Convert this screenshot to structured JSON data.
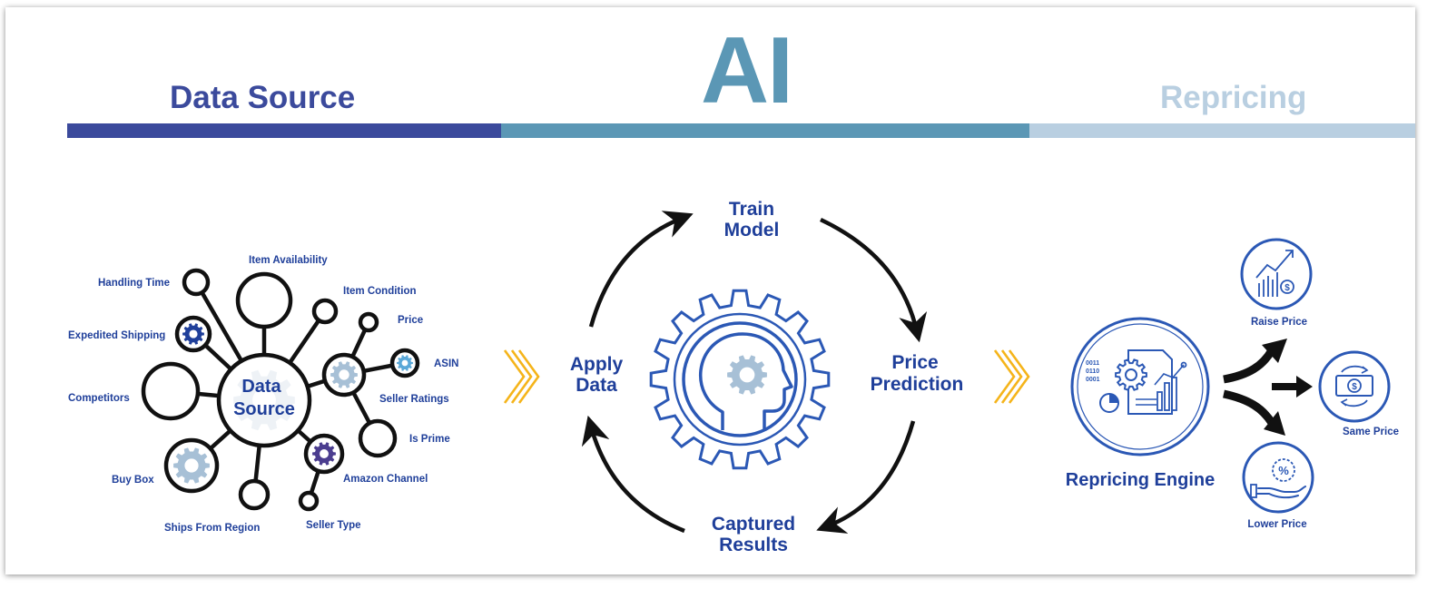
{
  "colors": {
    "navy": "#3b4a9c",
    "steel": "#5b97b5",
    "light": "#b9cfe1",
    "accent": "#f5b41a",
    "label": "#1f3f9a",
    "dark": "#111111",
    "gear": "#a7c0d6"
  },
  "headers": {
    "data_source": "Data Source",
    "ai": "AI",
    "repricing": "Repricing"
  },
  "data_source": {
    "hub_line1": "Data",
    "hub_line2": "Source",
    "nodes": [
      {
        "label": "Handling Time"
      },
      {
        "label": "Item Availability"
      },
      {
        "label": "Item Condition"
      },
      {
        "label": "Price"
      },
      {
        "label": "Expedited Shipping"
      },
      {
        "label": "ASIN"
      },
      {
        "label": "Competitors"
      },
      {
        "label": "Seller Ratings"
      },
      {
        "label": "Is Prime"
      },
      {
        "label": "Buy Box"
      },
      {
        "label": "Amazon Channel"
      },
      {
        "label": "Ships From Region"
      },
      {
        "label": "Seller Type"
      }
    ]
  },
  "cycle": {
    "train_line1": "Train",
    "train_line2": "Model",
    "price_line1": "Price",
    "price_line2": "Prediction",
    "captured_line1": "Captured",
    "captured_line2": "Results",
    "apply_line1": "Apply",
    "apply_line2": "Data"
  },
  "repricing": {
    "engine_label": "Repricing Engine",
    "binary_lines": [
      "0011",
      "0110",
      "0001"
    ],
    "raise": "Raise Price",
    "same": "Same Price",
    "lower": "Lower Price"
  }
}
